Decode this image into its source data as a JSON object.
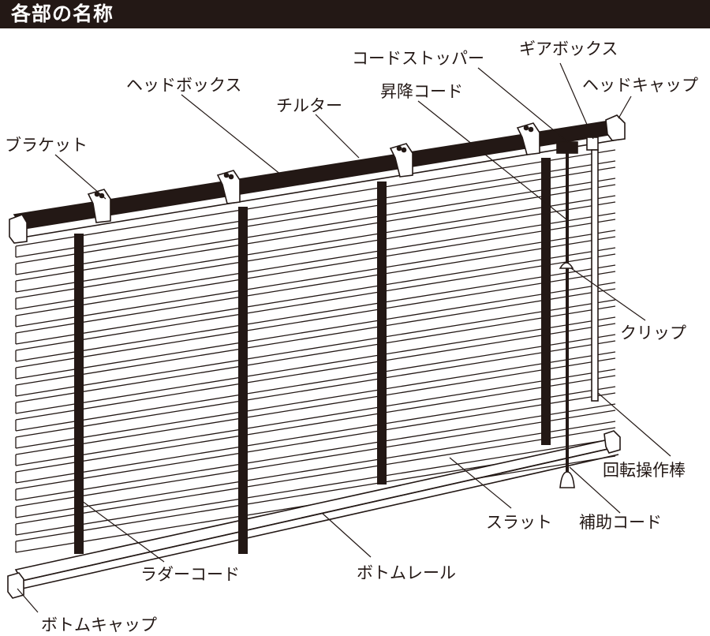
{
  "header": {
    "title": "各部の名称"
  },
  "colors": {
    "ink": "#231815",
    "background": "#ffffff"
  },
  "labels": {
    "head_box": "ヘッドボックス",
    "tilter": "チルター",
    "cord_stopper": "コードストッパー",
    "gear_box": "ギアボックス",
    "lift_cord": "昇降コード",
    "head_cap": "ヘッドキャップ",
    "bracket": "ブラケット",
    "clip": "クリップ",
    "tilt_wand": "回転操作棒",
    "slat": "スラット",
    "aux_cord": "補助コード",
    "ladder_cord": "ラダーコード",
    "bottom_rail": "ボトムレール",
    "bottom_cap": "ボトムキャップ"
  }
}
